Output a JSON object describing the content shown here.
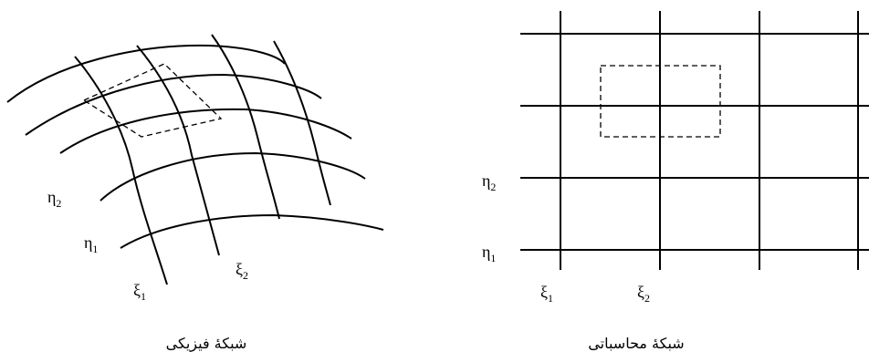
{
  "physical_grid": {
    "caption": "شبکهٔ فیزیکی",
    "eta1": {
      "main": "η",
      "sub": "1"
    },
    "eta2": {
      "main": "η",
      "sub": "2"
    },
    "xi1": {
      "main": "ξ",
      "sub": "1"
    },
    "xi2": {
      "main": "ξ",
      "sub": "2"
    }
  },
  "computational_grid": {
    "caption": "شبکهٔ محاسباتی",
    "eta1": {
      "main": "η",
      "sub": "1"
    },
    "eta2": {
      "main": "η",
      "sub": "2"
    },
    "xi1": {
      "main": "ξ",
      "sub": "1"
    },
    "xi2": {
      "main": "ξ",
      "sub": "2"
    }
  }
}
